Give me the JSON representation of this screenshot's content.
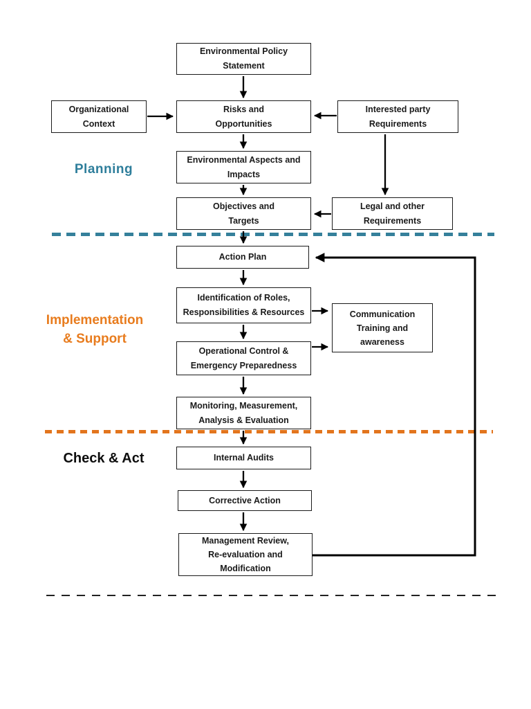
{
  "diagram": {
    "type": "flowchart",
    "subject": "Environmental Management System process flow (Plan-Do-Check-Act)",
    "sections": {
      "planning": {
        "label": "Planning",
        "color": "#2E7E9B"
      },
      "implementation": {
        "label": "Implementation\n& Support",
        "color": "#E87C1E"
      },
      "check_act": {
        "label": "Check & Act",
        "color": "#0d0d0d"
      }
    },
    "separators": {
      "planning_line_color": "#35809B",
      "implementation_line_color": "#E2751D",
      "bottom_line_color": "#222222",
      "style": "dashed"
    },
    "boxes": {
      "env_policy": {
        "label": "Environmental Policy\nStatement"
      },
      "org_context": {
        "label": "Organizational\nContext"
      },
      "risks": {
        "label": "Risks and\nOpportunities"
      },
      "interested": {
        "label": "Interested party\nRequirements"
      },
      "env_aspects": {
        "label": "Environmental Aspects and\nImpacts"
      },
      "objectives": {
        "label": "Objectives and\nTargets"
      },
      "legal": {
        "label": "Legal and other\nRequirements"
      },
      "action_plan": {
        "label": "Action Plan"
      },
      "roles": {
        "label": "Identification of Roles,\nResponsibilities & Resources"
      },
      "communication": {
        "label": "Communication\nTraining and\nawareness"
      },
      "operational": {
        "label": "Operational Control &\nEmergency Preparedness"
      },
      "monitoring": {
        "label": "Monitoring, Measurement,\nAnalysis & Evaluation"
      },
      "internal_audits": {
        "label": "Internal Audits"
      },
      "corrective": {
        "label": "Corrective Action"
      },
      "mgmt_review": {
        "label": "Management Review,\nRe-evaluation and\nModification"
      }
    },
    "flows": [
      "Environmental Policy Statement -> Risks and Opportunities",
      "Organizational Context -> Risks and Opportunities",
      "Interested party Requirements -> Risks and Opportunities",
      "Risks and Opportunities -> Environmental Aspects and Impacts",
      "Environmental Aspects and Impacts -> Objectives and Targets",
      "Interested party Requirements -> Legal and other Requirements",
      "Legal and other Requirements -> Objectives and Targets",
      "Objectives and Targets -> Action Plan",
      "Action Plan -> Identification of Roles, Responsibilities & Resources",
      "Identification of Roles, Responsibilities & Resources -> Communication Training and awareness",
      "Identification of Roles, Responsibilities & Resources -> Operational Control & Emergency Preparedness",
      "Operational Control & Emergency Preparedness -> Communication Training and awareness",
      "Operational Control & Emergency Preparedness -> Monitoring, Measurement, Analysis & Evaluation",
      "Monitoring, Measurement, Analysis & Evaluation -> Internal Audits",
      "Internal Audits -> Corrective Action",
      "Corrective Action -> Management Review, Re-evaluation and Modification",
      "Management Review, Re-evaluation and Modification -> Action Plan (feedback loop)"
    ]
  }
}
